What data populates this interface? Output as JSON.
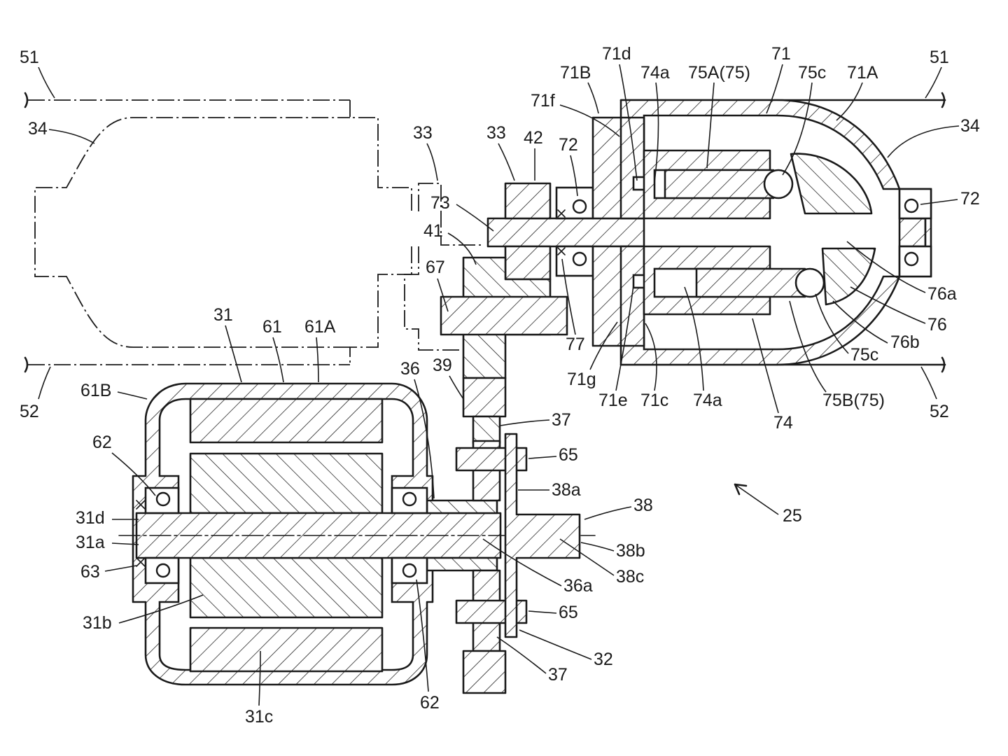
{
  "figure": {
    "reference": "25",
    "labels": {
      "l51_left": "51",
      "l51_right": "51",
      "l52_left": "52",
      "l52_right": "52",
      "l34_left": "34",
      "l34_right": "34",
      "l33_dash": "33",
      "l33": "33",
      "l42": "42",
      "l72_top": "72",
      "l72_right": "72",
      "l73": "73",
      "l41": "41",
      "l67": "67",
      "l71B": "71B",
      "l71f": "71f",
      "l71d": "71d",
      "l74a_top": "74a",
      "l75A": "75A(75)",
      "l71": "71",
      "l75c_top": "75c",
      "l71A": "71A",
      "l76a": "76a",
      "l76": "76",
      "l76b": "76b",
      "l75c_bot": "75c",
      "l77": "77",
      "l71g": "71g",
      "l71e": "71e",
      "l71c": "71c",
      "l74a_bot": "74a",
      "l74": "74",
      "l75B": "75B(75)",
      "l31": "31",
      "l61": "61",
      "l61A": "61A",
      "l61B": "61B",
      "l36": "36",
      "l39": "39",
      "l37_top": "37",
      "l37_bot": "37",
      "l65_top": "65",
      "l65_bot": "65",
      "l38a": "38a",
      "l38": "38",
      "l38b": "38b",
      "l38c": "38c",
      "l36a": "36a",
      "l32": "32",
      "l62_left": "62",
      "l62_bottom": "62",
      "l31d": "31d",
      "l31a": "31a",
      "l63": "63",
      "l31b": "31b",
      "l31c": "31c",
      "l25": "25"
    }
  }
}
